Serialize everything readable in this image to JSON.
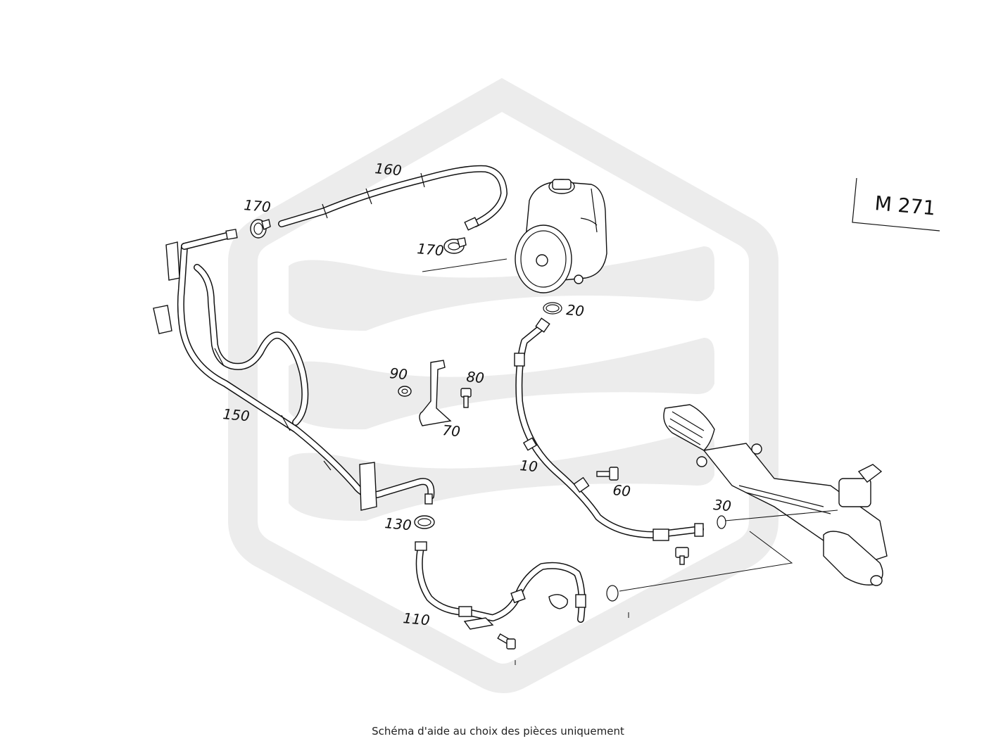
{
  "engine_code": "M 271",
  "caption": "Schéma d'aide au choix des pièces uniquement",
  "part_labels": {
    "p10": "10",
    "p20": "20",
    "p30": "30",
    "p60": "60",
    "p70": "70",
    "p80": "80",
    "p90": "90",
    "p110": "110",
    "p130": "130",
    "p150": "150",
    "p160": "160",
    "p170a": "170",
    "p170b": "170"
  },
  "colors": {
    "line": "#111111",
    "watermark": "#ececec",
    "background": "#ffffff"
  }
}
